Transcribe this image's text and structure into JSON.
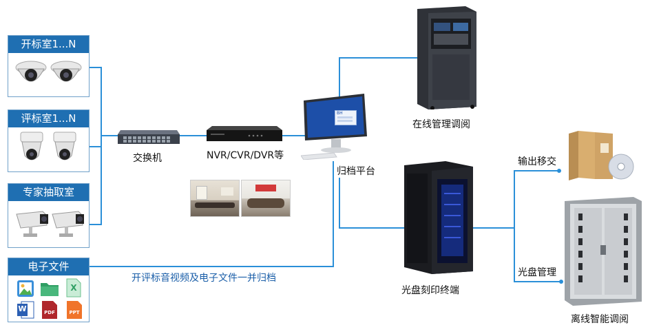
{
  "panels": {
    "bid_opening_room": "开标室1...N",
    "evaluation_room": "评标室1...N",
    "expert_room": "专家抽取室",
    "electronic_files": "电子文件"
  },
  "file_icons": [
    {
      "name": "image-file-icon",
      "text": ""
    },
    {
      "name": "folder-icon",
      "text": ""
    },
    {
      "name": "excel-file-icon",
      "text": "X"
    },
    {
      "name": "word-file-icon",
      "text": "W"
    },
    {
      "name": "pdf-file-icon",
      "text": "PDF"
    },
    {
      "name": "ppt-file-icon",
      "text": "PPT"
    }
  ],
  "labels": {
    "switch": "交换机",
    "nvr": "NVR/CVR/DVR等",
    "archive_platform": "归档平台",
    "online_management": "在线管理调阅",
    "disc_printer": "光盘刻印终端",
    "output_transfer": "输出移交",
    "disc_management": "光盘管理",
    "offline_retrieval": "离线智能调阅",
    "archive_note": "开评标音视频及电子文件一并归档"
  },
  "monitor_screen": {
    "dialog_title": "BH"
  },
  "colors": {
    "wire": "#2a8fd8",
    "panel_header": "#1f6fb2",
    "panel_border": "#6fa0c9",
    "note_text": "#1a5ea8"
  }
}
